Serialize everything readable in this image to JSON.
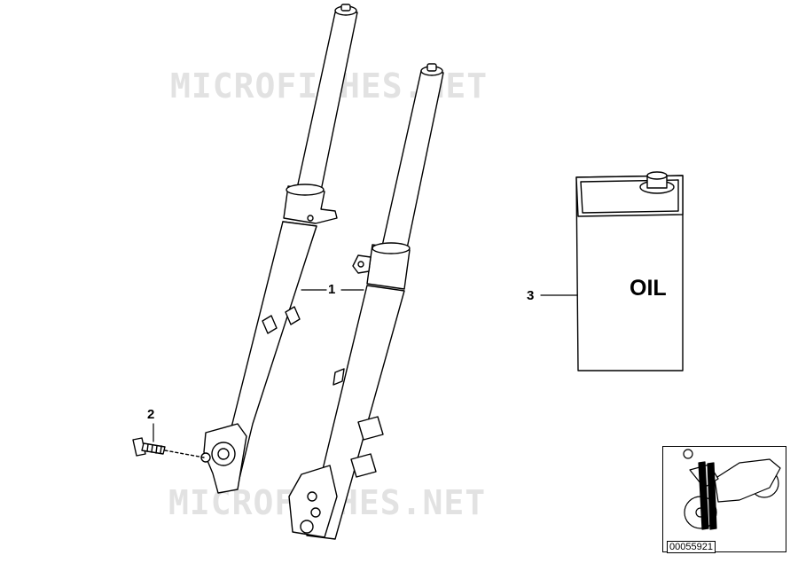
{
  "watermark": {
    "top_text": "MICROFICHES.NET",
    "bottom_text": "MICROFICHES.NET"
  },
  "callouts": {
    "fork": "1",
    "bolt": "2",
    "oil": "3"
  },
  "oil_can": {
    "label": "OIL"
  },
  "reference": {
    "code": "00055921"
  },
  "colors": {
    "line": "#000000",
    "watermark": "#e2e2e2",
    "background": "#ffffff"
  }
}
